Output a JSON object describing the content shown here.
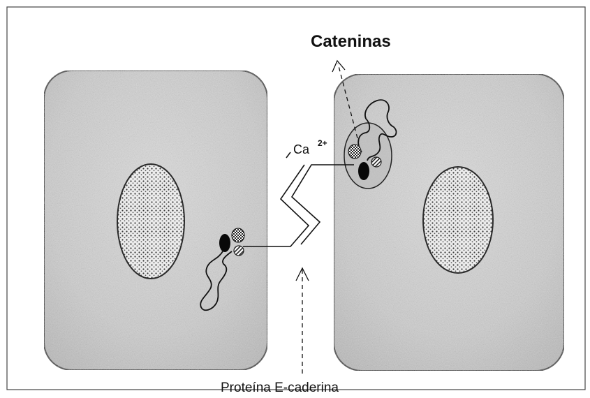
{
  "diagram": {
    "labels": {
      "catenins": "Cateninas",
      "calcium": "Ca",
      "calcium_charge": "2+",
      "protein": "Proteína E-caderina"
    },
    "cells": [
      {
        "name": "left-cell",
        "has_nucleus": true
      },
      {
        "name": "right-cell",
        "has_nucleus": true
      }
    ],
    "colors": {
      "cell_fill": "#d4d4d4",
      "cell_stroke": "#2a2a2a",
      "nucleus_fill": "#e9e9e9",
      "line": "#111111"
    }
  }
}
